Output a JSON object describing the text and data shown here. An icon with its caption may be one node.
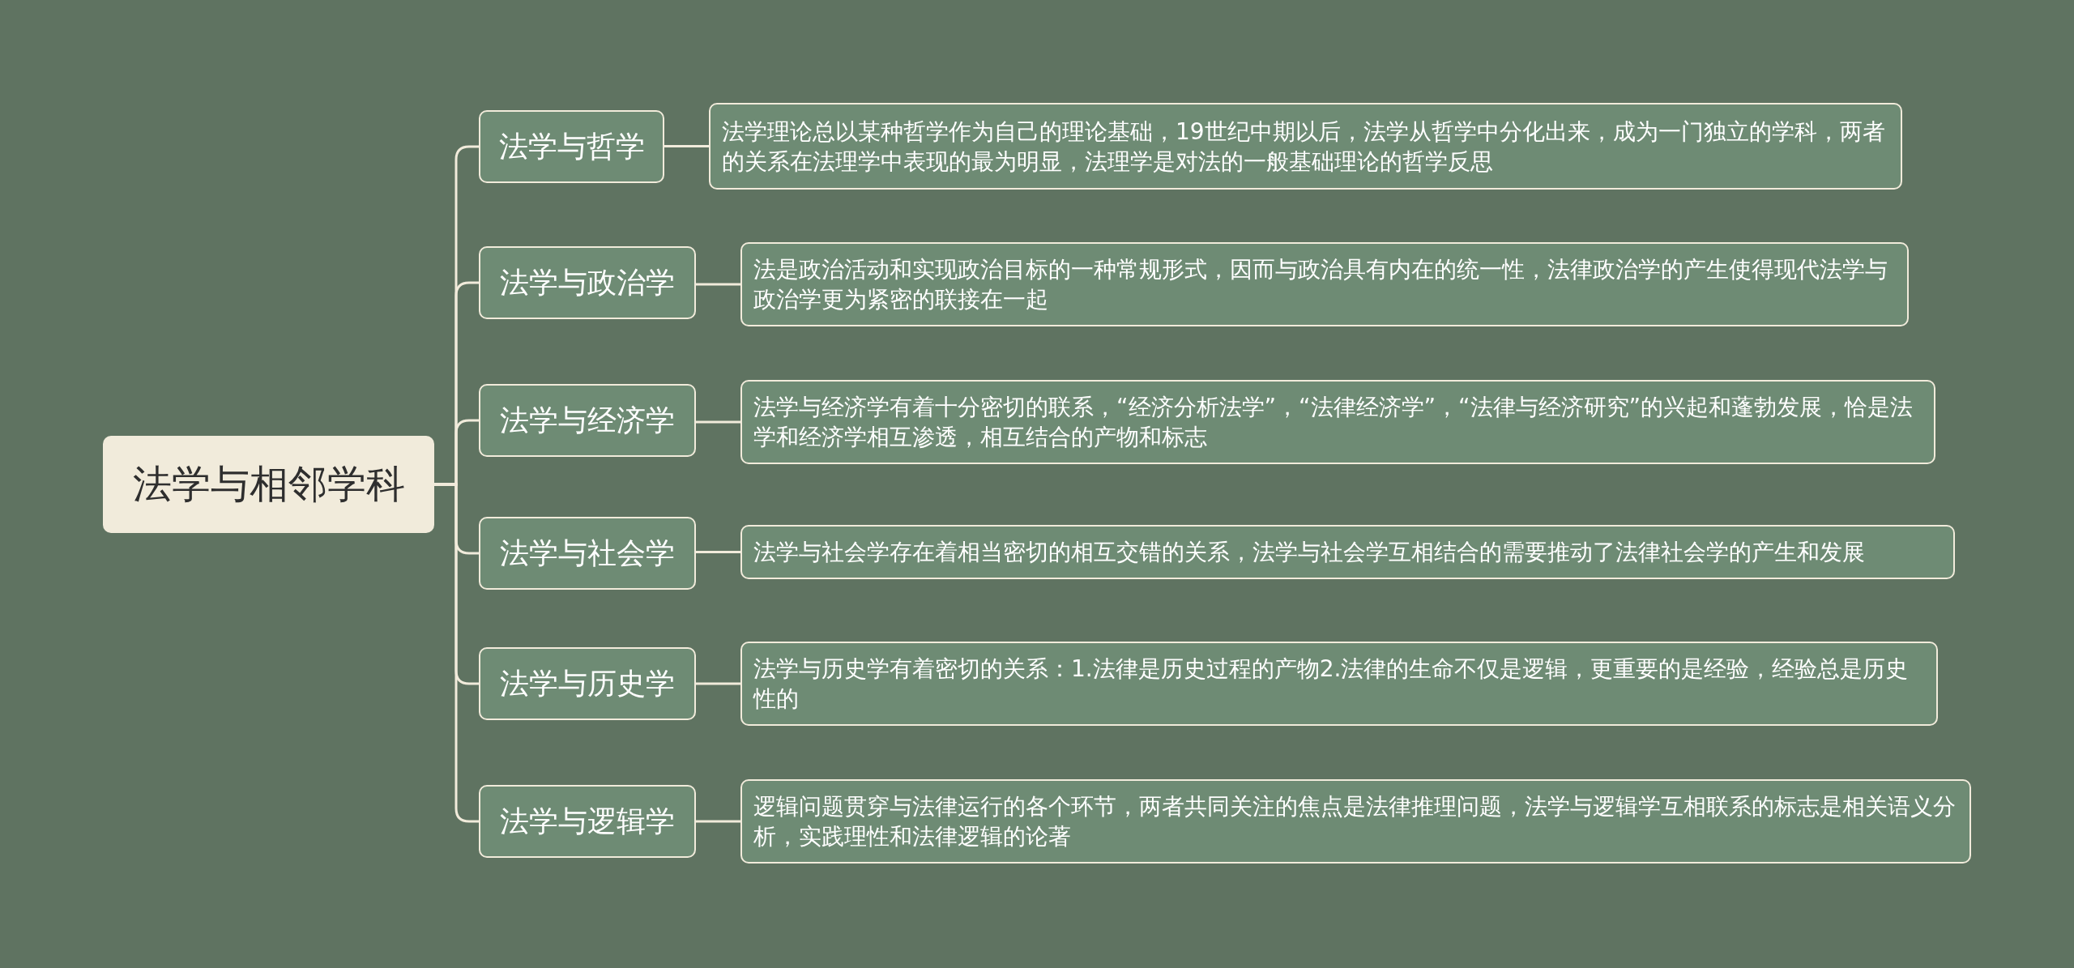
{
  "diagram": {
    "nodes": [
      {
        "text": [
          "法学与相邻学科"
        ]
      },
      {
        "text": [
          "法学与哲学"
        ]
      },
      {
        "text": [
          "法学理论总以某种哲学作为自己的理论基础，19世纪中期以后，法学从哲学中分化出来，成为一门独立的学科，两者的关系在法理学中表现的最为明显，法理学是对法的一般基础理论的哲学反思"
        ]
      },
      {
        "text": [
          "法学与政治学"
        ]
      },
      {
        "text": [
          "法是政治活动和实现政治目标的一种常规形式，因而与政治具有内在的统一性，法律政治学的产生使得现代法学与政治学更为紧密的联接在一起"
        ]
      },
      {
        "text": [
          "法学与经济学"
        ]
      },
      {
        "text": [
          "法学与经济学有着十分密切的联系，“经济分析法学”，“法律经济学”，“法律与经济研究”的兴起和蓬勃发展，恰是法学和经济学相互渗透，相互结合的产物和标志"
        ]
      },
      {
        "text": [
          "法学与社会学"
        ]
      },
      {
        "text": [
          "法学与社会学存在着相当密切的相互交错的关系，法学与社会学互相结合的需要推动了法律社会学的产生和发展"
        ]
      },
      {
        "text": [
          "法学与历史学"
        ]
      },
      {
        "text": [
          "法学与历史学有着密切的关系：1.法律是历史过程的产物2.法律的生命不仅是逻辑，更重要的是经验，经验总是历史性的"
        ]
      },
      {
        "text": [
          "法学与逻辑学"
        ]
      },
      {
        "text": [
          "逻辑问题贯穿与法律运行的各个环节，两者共同关注的焦点是法律推理问题，法学与逻辑学互相联系的标志是相关语义分析，实践理性和法律逻辑的论著"
        ]
      }
    ],
    "edges": [
      {
        "from": 0,
        "to": 1,
        "arrow": "none"
      },
      {
        "from": 1,
        "to": 2,
        "arrow": "none"
      },
      {
        "from": 0,
        "to": 3,
        "arrow": "none"
      },
      {
        "from": 3,
        "to": 4,
        "arrow": "none"
      },
      {
        "from": 0,
        "to": 5,
        "arrow": "none"
      },
      {
        "from": 5,
        "to": 6,
        "arrow": "none"
      },
      {
        "from": 0,
        "to": 7,
        "arrow": "none"
      },
      {
        "from": 7,
        "to": 8,
        "arrow": "none"
      },
      {
        "from": 0,
        "to": 9,
        "arrow": "none"
      },
      {
        "from": 9,
        "to": 10,
        "arrow": "none"
      },
      {
        "from": 0,
        "to": 11,
        "arrow": "none"
      },
      {
        "from": 11,
        "to": 12,
        "arrow": "none"
      }
    ]
  }
}
